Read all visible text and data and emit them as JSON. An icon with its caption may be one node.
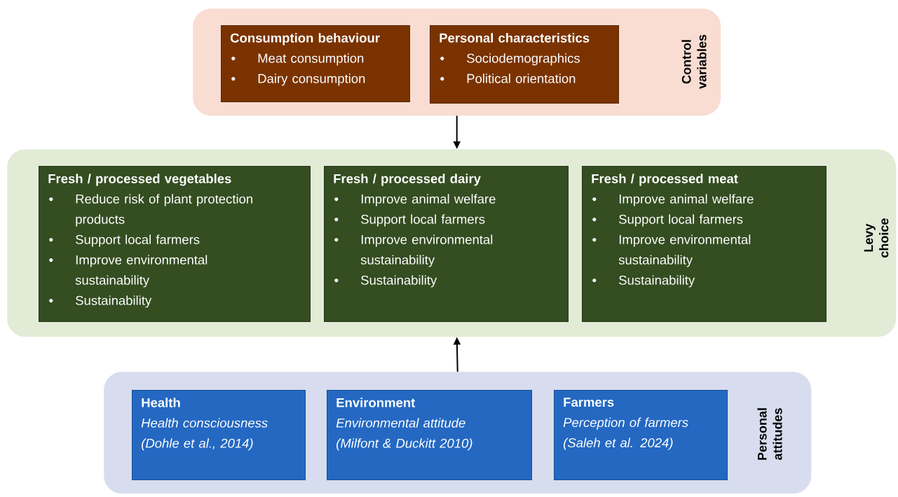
{
  "diagram": {
    "nodes": [
      {
        "text": [
          "Control variables"
        ]
      },
      {
        "text": [
          "Consumption behaviour",
          "Meat consumption",
          "Dairy consumption"
        ],
        "in": 0
      },
      {
        "text": [
          "Personal characteristics",
          "Sociodemographics",
          "Political orientation"
        ],
        "in": 0
      },
      {
        "text": [
          "Levy choice"
        ]
      },
      {
        "text": [
          "Fresh / processed vegetables",
          "Reduce risk of plant protection products",
          "Support local farmers",
          "Improve environmental sustainability",
          "Sustainability"
        ],
        "in": 3
      },
      {
        "text": [
          "Fresh / processed dairy",
          "Improve animal welfare",
          "Support local farmers",
          "Improve environmental sustainability",
          "Sustainability"
        ],
        "in": 3
      },
      {
        "text": [
          "Fresh / processed meat",
          "Improve animal welfare",
          "Support local farmers",
          "Improve environmental sustainability",
          "Sustainability"
        ],
        "in": 3
      },
      {
        "text": [
          "Personal attitudes"
        ]
      },
      {
        "text": [
          "Health",
          "Health consciousness",
          "(Dohle et al., 2014)"
        ],
        "in": 7
      },
      {
        "text": [
          "Environment",
          "Environmental attitude",
          "(Milfont & Duckitt 2010)"
        ],
        "in": 7
      },
      {
        "text": [
          "Farmers",
          "Perception of farmers",
          "(Saleh et al. 2024)"
        ],
        "in": 7
      }
    ],
    "edges": [
      {
        "from": 0,
        "to": 3,
        "arrow": "to"
      },
      {
        "from": 7,
        "to": 3,
        "arrow": "to"
      }
    ]
  }
}
